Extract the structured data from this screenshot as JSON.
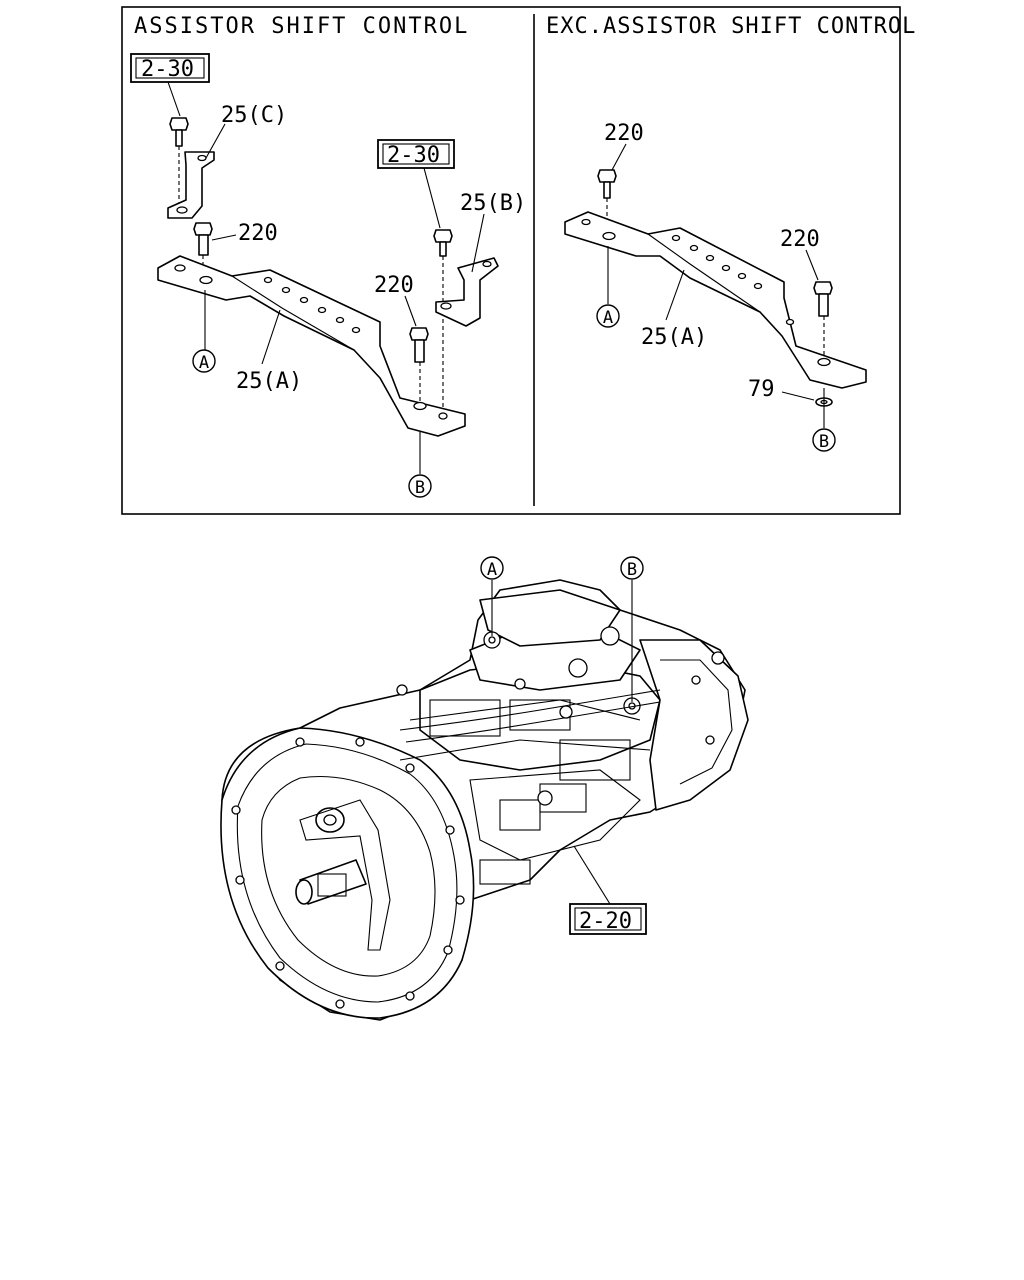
{
  "panels": {
    "left_title": "ASSISTOR SHIFT CONTROL",
    "right_title": "EXC.ASSISTOR SHIFT CONTROL"
  },
  "callouts": {
    "ref_2_30_a": "2-30",
    "ref_2_30_b": "2-30",
    "ref_2_20": "2-20",
    "part_25c": "25(C)",
    "part_25b": "25(B)",
    "part_25a_left": "25(A)",
    "part_25a_right": "25(A)",
    "part_220_l1": "220",
    "part_220_l2": "220",
    "part_220_r1": "220",
    "part_220_r2": "220",
    "part_79": "79"
  },
  "markers": {
    "a": "A",
    "b": "B"
  }
}
